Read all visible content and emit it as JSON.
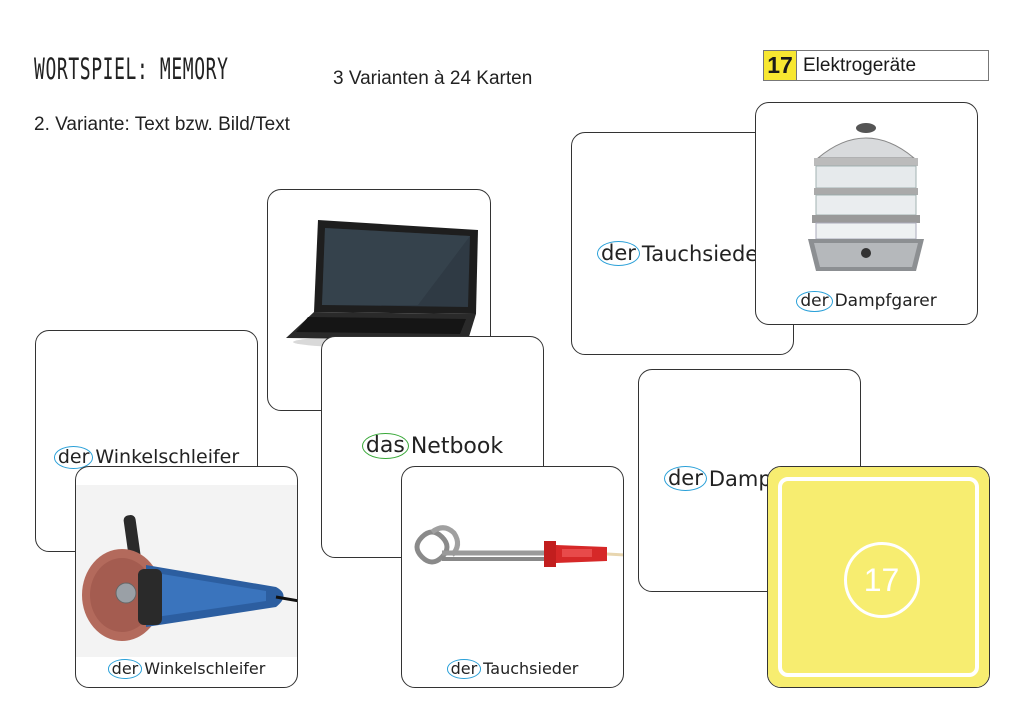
{
  "header": {
    "title": "WORTSPIEL: MEMORY",
    "subtitle": "3 Varianten à 24 Karten",
    "variant": "2. Variante: Text bzw. Bild/Text"
  },
  "topic": {
    "number": "17",
    "label": "Elektrogeräte"
  },
  "cards": {
    "winkel_text": {
      "article": "der",
      "word": "Winkelschleifer"
    },
    "winkel_img": {
      "article": "der",
      "word": "Winkelschleifer",
      "icon": "angle-grinder-icon"
    },
    "netbook_img": {
      "icon": "netbook-icon"
    },
    "netbook_text": {
      "article": "das",
      "word": "Netbook"
    },
    "tauch_img": {
      "article": "der",
      "word": "Tauchsieder",
      "icon": "immersion-heater-icon"
    },
    "tauch_text": {
      "article": "der",
      "word": "Tauchsieder"
    },
    "dampf_img": {
      "article": "der",
      "word": "Dampfgarer",
      "icon": "steamer-icon"
    },
    "dampf_text": {
      "article": "der",
      "word": "Dampfgarer"
    },
    "back": {
      "number": "17"
    }
  },
  "colors": {
    "accent_yellow": "#f7e731",
    "card_back": "#f7ed70",
    "article_blue": "#2aa0d8",
    "article_green": "#38a838"
  }
}
